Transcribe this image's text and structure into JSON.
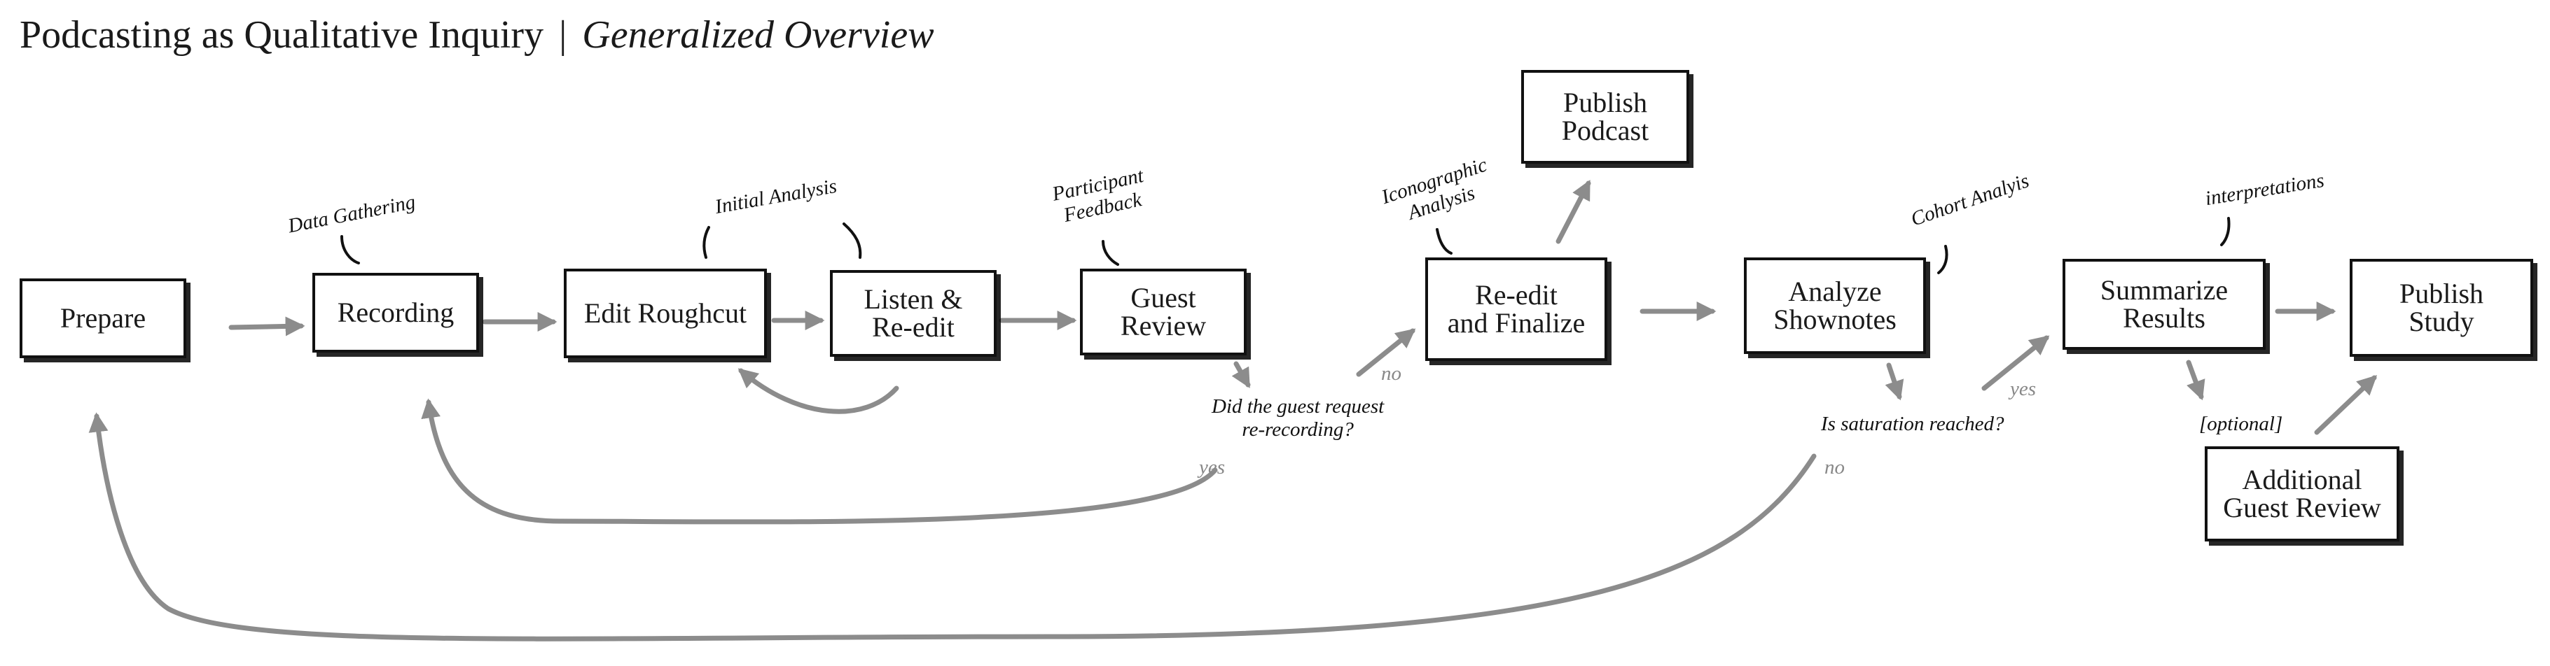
{
  "title": {
    "main": "Podcasting as Qualitative Inquiry",
    "separator": "|",
    "subtitle": "Generalized Overview"
  },
  "steps": {
    "prepare": "Prepare",
    "recording": "Recording",
    "edit_roughcut": "Edit Roughcut",
    "listen": "Listen &\nRe-edit",
    "guest_review": "Guest\nReview",
    "publish_podcast": "Publish\nPodcast",
    "reedit_finalize": "Re-edit\nand Finalize",
    "analyze_shownotes": "Analyze\nShownotes",
    "summarize_results": "Summarize\nResults",
    "publish_study": "Publish\nStudy",
    "additional_review": "Additional\nGuest Review"
  },
  "annotations": {
    "data_gathering": "Data Gathering",
    "initial_analysis": "Initial Analysis",
    "participant_feedback": "Participant\nFeedback",
    "iconographic_analysis": "Iconographic\nAnalysis",
    "cohort_analysis": "Cohort Analyis",
    "interpretations": "interpretations"
  },
  "decisions": {
    "guest_request": "Did the guest request\nre-recording?",
    "saturation": "Is saturation reached?"
  },
  "branch_labels": {
    "no_1": "no",
    "yes_1": "yes",
    "yes_2": "yes",
    "no_2": "no",
    "optional": "[optional]"
  }
}
